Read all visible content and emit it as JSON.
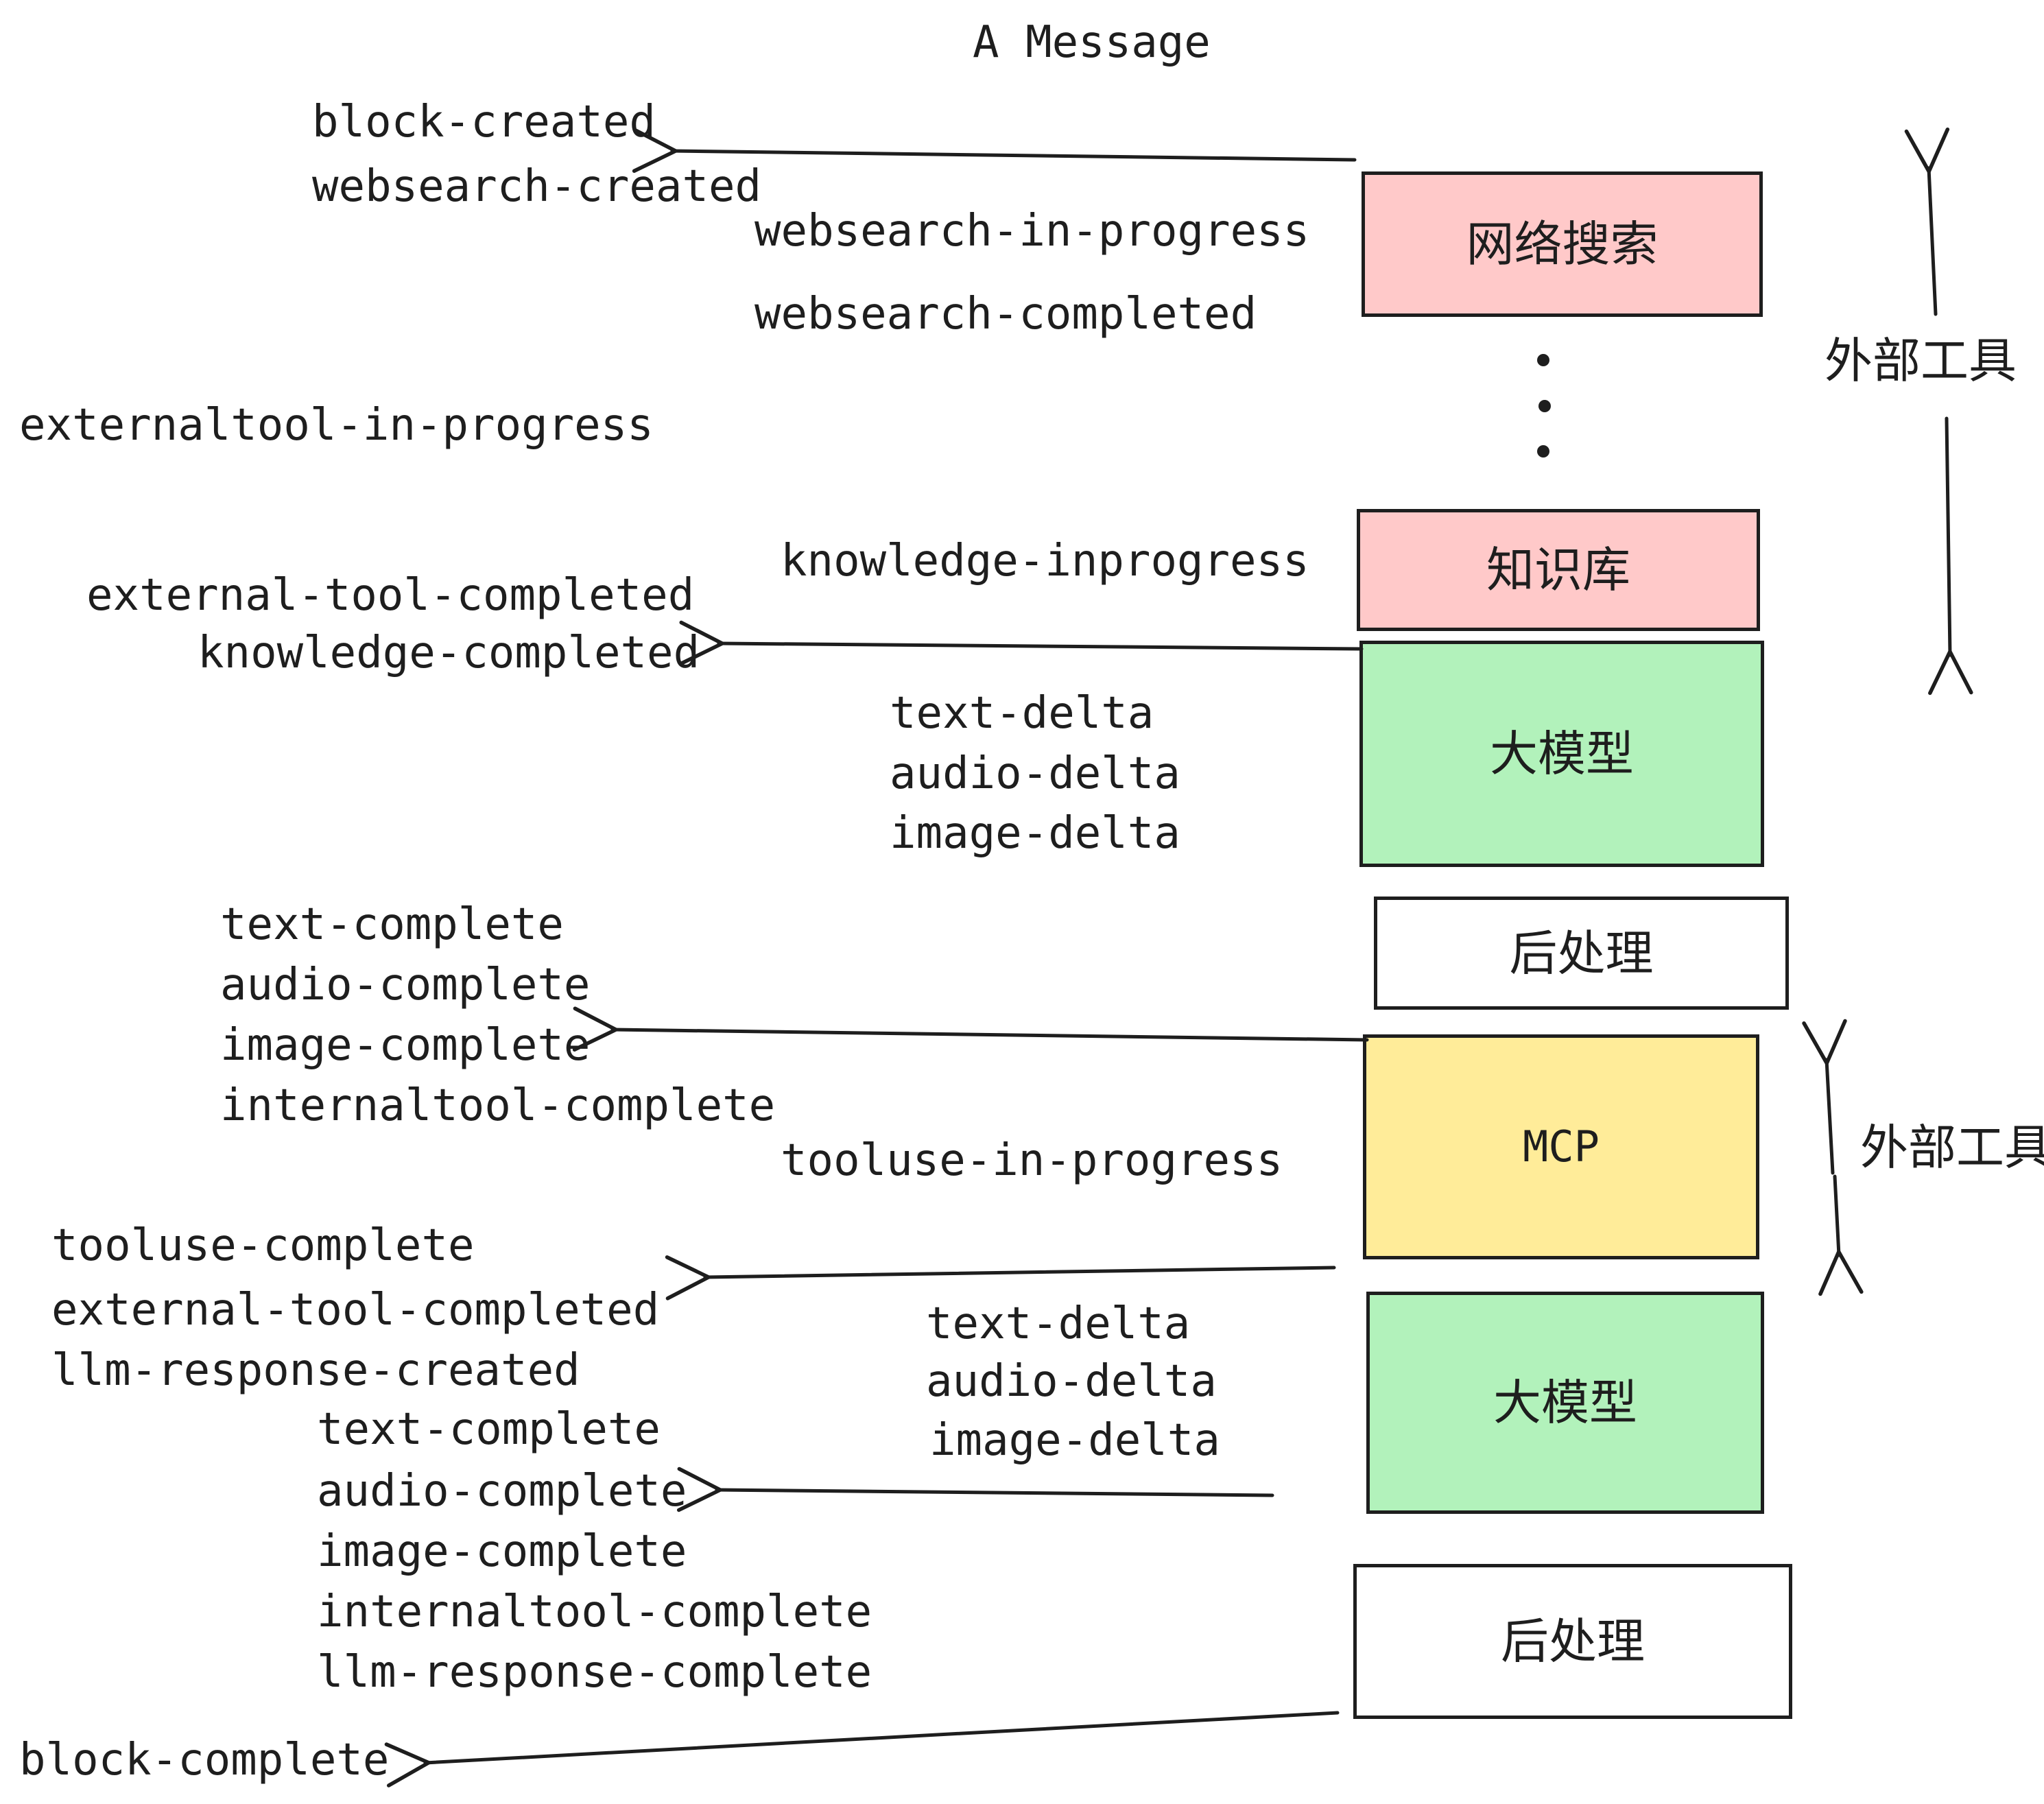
{
  "title": "A Message",
  "colors": {
    "ink": "#1e1e1e",
    "pink": "#ffc9c9",
    "green": "#b2f2bb",
    "yellow": "#ffec99",
    "white": "#ffffff"
  },
  "events": {
    "block_created": "block-created",
    "websearch_created": "websearch-created",
    "websearch_in_progress": "websearch-in-progress",
    "websearch_completed": "websearch-completed",
    "externaltool_in_progress": "externaltool-in-progress",
    "knowledge_inprogress": "knowledge-inprogress",
    "external_tool_completed_1": "external-tool-completed",
    "knowledge_completed": "knowledge-completed",
    "text_delta_1": "text-delta",
    "audio_delta_1": "audio-delta",
    "image_delta_1": "image-delta",
    "text_complete_1": "text-complete",
    "audio_complete_1": "audio-complete",
    "image_complete_1": "image-complete",
    "internaltool_complete_1": "internaltool-complete",
    "tooluse_in_progress": "tooluse-in-progress",
    "tooluse_complete": "tooluse-complete",
    "external_tool_completed_2": "external-tool-completed",
    "llm_response_created": "llm-response-created",
    "text_complete_2": "text-complete",
    "audio_complete_2": "audio-complete",
    "image_complete_2": "image-complete",
    "internaltool_complete_2": "internaltool-complete",
    "llm_response_complete": "llm-response-complete",
    "text_delta_2": "text-delta",
    "audio_delta_2": "audio-delta",
    "image_delta_2": "image-delta",
    "block_complete": "block-complete"
  },
  "boxes": [
    {
      "id": "websearch",
      "label": "网络搜索",
      "fill": "#ffc9c9"
    },
    {
      "id": "knowledge",
      "label": "知识库",
      "fill": "#ffc9c9"
    },
    {
      "id": "llm-1",
      "label": "大模型",
      "fill": "#b2f2bb"
    },
    {
      "id": "postprocess-1",
      "label": "后处理",
      "fill": "#ffffff"
    },
    {
      "id": "mcp",
      "label": "MCP",
      "fill": "#ffec99"
    },
    {
      "id": "llm-2",
      "label": "大模型",
      "fill": "#b2f2bb"
    },
    {
      "id": "postprocess-2",
      "label": "后处理",
      "fill": "#ffffff"
    }
  ],
  "annotations": {
    "external_tools_top": "外部工具",
    "external_tools_mid": "外部工具"
  }
}
